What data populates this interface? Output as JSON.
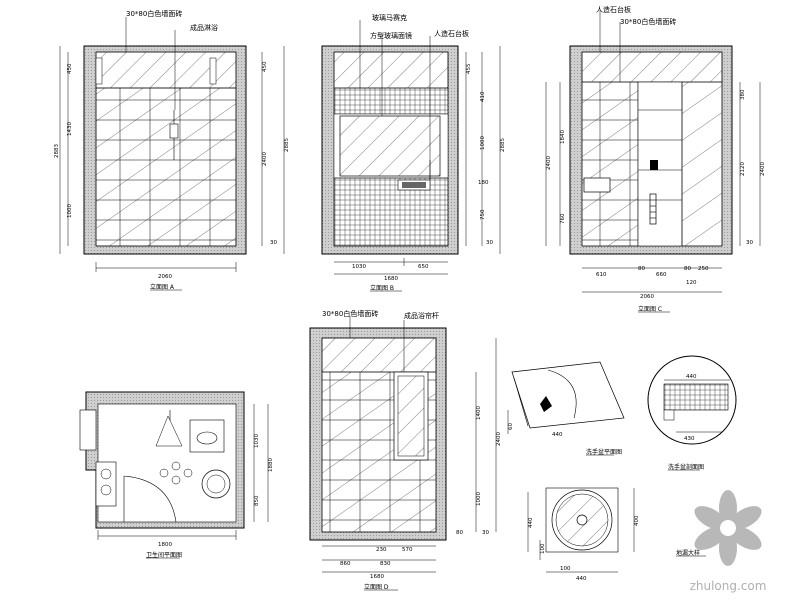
{
  "labels": {
    "tile_white": "30*80白色墙面砖",
    "tile_white_2": "30*80白色墙面砖",
    "tile_white_3": "30*80白色墙面砖",
    "shower": "成品淋浴",
    "mosaic": "玻璃马赛克",
    "mirror": "方型玻璃面镜",
    "marble_top": "人造石台板",
    "marble_top_2": "人造石台板",
    "bath_curtain": "成品浴帘杆"
  },
  "elev_a": {
    "top": "450",
    "mid": "1430",
    "bot": "1000",
    "total_left": "2883",
    "right_mid": "2400",
    "right_total": "2885",
    "bottom_small": "30",
    "top_right": "450",
    "width": "2060"
  },
  "elev_b": {
    "top": "455",
    "upper": "410",
    "mirror": "1000",
    "counter": "180",
    "lower": "750",
    "floor": "30",
    "total": "2885",
    "w1": "1030",
    "w2": "650",
    "w_total": "1680"
  },
  "elev_c": {
    "top": "380",
    "left_total": "2400",
    "left_mid": "1840",
    "left_bot": "760",
    "right_mid": "2120",
    "right_total": "2400",
    "floor": "30",
    "w1": "610",
    "w2": "80",
    "w3": "660",
    "w4": "80",
    "w5": "250",
    "w6": "120",
    "w_total": "2060"
  },
  "plan": {
    "w_total": "1800",
    "h1": "1030",
    "h2": "1880",
    "h3": "850"
  },
  "elev_d": {
    "right_top": "1400",
    "right_total": "2400",
    "right_bot": "1000",
    "floor": "30",
    "w1": "860",
    "w_mid": "830",
    "w_total": "1680",
    "seg1": "230",
    "seg2": "570",
    "left_mark": "80"
  },
  "detail_tl": {
    "left": "60",
    "dim": "440",
    "cap": "洗手盆平面图"
  },
  "detail_tr": {
    "top": "440",
    "mid": "430",
    "cap": "洗手盆剖面图"
  },
  "detail_br": {
    "h1": "440",
    "h2": "400",
    "h3": "100",
    "w": "440",
    "w2": "100",
    "cap": "地漏大样"
  },
  "captions": {
    "a": "立面图 A",
    "b": "立面图 B",
    "c": "立面图 C",
    "plan": "卫生间平面图",
    "d": "立面图 D"
  },
  "watermark": {
    "text": "zhulong.com"
  }
}
